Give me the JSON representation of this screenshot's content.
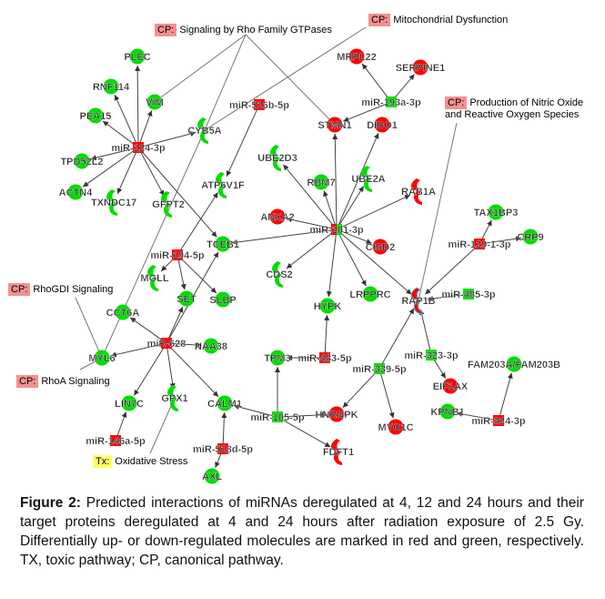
{
  "colors": {
    "up": "#ff0000",
    "down": "#00dd00",
    "edge": "#555555",
    "cp_tag": "#f4908e",
    "tx_tag": "#ffff66"
  },
  "pathways": [
    {
      "id": "rho_family",
      "tag": "CP:",
      "text": "Signaling by Rho Family GTPases"
    },
    {
      "id": "mito",
      "tag": "CP:",
      "text": "Mitochondrial Dysfunction"
    },
    {
      "id": "nitric",
      "tag": "CP:",
      "text": "Production of Nitric Oxide",
      "text2": "and Reactive Oxygen Species"
    },
    {
      "id": "rhogdi",
      "tag": "CP:",
      "text": "RhoGDI Signaling"
    },
    {
      "id": "rhoa",
      "tag": "CP:",
      "text": "RhoA Signaling"
    },
    {
      "id": "oxstress",
      "tag": "Tx:",
      "text": "Oxidative Stress"
    }
  ],
  "nodes": [
    {
      "id": "miR-124-3p",
      "type": "mirna",
      "reg": "up"
    },
    {
      "id": "PLEC",
      "type": "protein",
      "reg": "down"
    },
    {
      "id": "RNF114",
      "type": "protein",
      "reg": "down"
    },
    {
      "id": "PEA15",
      "type": "protein",
      "reg": "down"
    },
    {
      "id": "VIM",
      "type": "protein",
      "reg": "down"
    },
    {
      "id": "CYB5A",
      "type": "enzyme",
      "reg": "down"
    },
    {
      "id": "miR-516b-5p",
      "type": "mirna",
      "reg": "up"
    },
    {
      "id": "TPD52L2",
      "type": "protein",
      "reg": "down"
    },
    {
      "id": "ACTN4",
      "type": "protein",
      "reg": "down"
    },
    {
      "id": "TXNDC17",
      "type": "enzyme",
      "reg": "down"
    },
    {
      "id": "GFPT2",
      "type": "enzyme",
      "reg": "down"
    },
    {
      "id": "ATP6V1F",
      "type": "enzyme",
      "reg": "down"
    },
    {
      "id": "UBE2D3",
      "type": "enzyme",
      "reg": "down"
    },
    {
      "id": "ANXA2",
      "type": "protein",
      "reg": "up"
    },
    {
      "id": "TCEB1",
      "type": "protein",
      "reg": "down"
    },
    {
      "id": "miR-194-5p",
      "type": "mirna",
      "reg": "up"
    },
    {
      "id": "MGLL",
      "type": "enzyme",
      "reg": "down"
    },
    {
      "id": "SET",
      "type": "protein",
      "reg": "down"
    },
    {
      "id": "SLBP",
      "type": "protein",
      "reg": "down"
    },
    {
      "id": "CCT6A",
      "type": "protein",
      "reg": "down"
    },
    {
      "id": "miR-628",
      "type": "mirna",
      "reg": "up"
    },
    {
      "id": "NAA38",
      "type": "protein",
      "reg": "down"
    },
    {
      "id": "MYL6",
      "type": "protein",
      "reg": "down"
    },
    {
      "id": "LIN7C",
      "type": "protein",
      "reg": "down"
    },
    {
      "id": "GPX1",
      "type": "enzyme",
      "reg": "down"
    },
    {
      "id": "CALM1",
      "type": "protein",
      "reg": "down"
    },
    {
      "id": "miR-146a-5p",
      "type": "mirna",
      "reg": "up"
    },
    {
      "id": "miR-518d-5p",
      "type": "mirna",
      "reg": "up"
    },
    {
      "id": "AXL",
      "type": "protein",
      "reg": "down"
    },
    {
      "id": "miR-105-5p",
      "type": "mirna",
      "reg": "down"
    },
    {
      "id": "TPM3",
      "type": "protein",
      "reg": "down"
    },
    {
      "id": "miR-483-5p",
      "type": "mirna",
      "reg": "up"
    },
    {
      "id": "HYPK",
      "type": "protein",
      "reg": "down"
    },
    {
      "id": "LRPPRC",
      "type": "protein",
      "reg": "down"
    },
    {
      "id": "CDS2",
      "type": "enzyme",
      "reg": "down"
    },
    {
      "id": "miR-101-3p",
      "type": "mirna",
      "reg": "mixed"
    },
    {
      "id": "RBM7",
      "type": "protein",
      "reg": "down"
    },
    {
      "id": "UBE2A",
      "type": "enzyme",
      "reg": "down"
    },
    {
      "id": "RAB1A",
      "type": "enzyme",
      "reg": "up"
    },
    {
      "id": "CISD2",
      "type": "protein",
      "reg": "up"
    },
    {
      "id": "STMN1",
      "type": "protein",
      "reg": "up"
    },
    {
      "id": "DIDO1",
      "type": "protein",
      "reg": "up"
    },
    {
      "id": "MRPL22",
      "type": "protein",
      "reg": "up"
    },
    {
      "id": "SERPINE1",
      "type": "protein",
      "reg": "up"
    },
    {
      "id": "miR-193a-3p",
      "type": "mirna",
      "reg": "down"
    },
    {
      "id": "TAX1BP3",
      "type": "protein",
      "reg": "down"
    },
    {
      "id": "CRP9",
      "type": "protein",
      "reg": "down"
    },
    {
      "id": "miR-129-1-3p",
      "type": "mirna",
      "reg": "up"
    },
    {
      "id": "RAP1B",
      "type": "enzyme",
      "reg": "up"
    },
    {
      "id": "miR-485-3p",
      "type": "mirna",
      "reg": "down"
    },
    {
      "id": "miR-323-3p",
      "type": "mirna",
      "reg": "down"
    },
    {
      "id": "miR-339-5p",
      "type": "mirna",
      "reg": "down"
    },
    {
      "id": "EIF1AX",
      "type": "protein",
      "reg": "up"
    },
    {
      "id": "FAM203A/FAM203B",
      "type": "protein",
      "reg": "down"
    },
    {
      "id": "KPNB1",
      "type": "protein",
      "reg": "down"
    },
    {
      "id": "miR-324-3p",
      "type": "mirna",
      "reg": "up"
    },
    {
      "id": "HNRNPK",
      "type": "protein",
      "reg": "up"
    },
    {
      "id": "MYO1C",
      "type": "protein",
      "reg": "up"
    },
    {
      "id": "FDFT1",
      "type": "enzyme",
      "reg": "up"
    }
  ],
  "edges": [
    [
      "miR-124-3p",
      "PLEC"
    ],
    [
      "miR-124-3p",
      "RNF114"
    ],
    [
      "miR-124-3p",
      "PEA15"
    ],
    [
      "miR-124-3p",
      "VIM"
    ],
    [
      "miR-124-3p",
      "CYB5A"
    ],
    [
      "miR-124-3p",
      "TPD52L2"
    ],
    [
      "miR-124-3p",
      "ACTN4"
    ],
    [
      "miR-124-3p",
      "TXNDC17"
    ],
    [
      "miR-124-3p",
      "GFPT2"
    ],
    [
      "miR-124-3p",
      "TCEB1"
    ],
    [
      "miR-516b-5p",
      "ATP6V1F"
    ],
    [
      "miR-101-3p",
      "STMN1"
    ],
    [
      "miR-101-3p",
      "DIDO1"
    ],
    [
      "miR-101-3p",
      "RBM7"
    ],
    [
      "miR-101-3p",
      "UBE2A"
    ],
    [
      "miR-101-3p",
      "UBE2D3"
    ],
    [
      "miR-101-3p",
      "RAB1A"
    ],
    [
      "miR-101-3p",
      "ANXA2"
    ],
    [
      "miR-101-3p",
      "TCEB1"
    ],
    [
      "miR-101-3p",
      "CISD2"
    ],
    [
      "miR-101-3p",
      "CDS2"
    ],
    [
      "miR-101-3p",
      "HYPK"
    ],
    [
      "miR-101-3p",
      "LRPPRC"
    ],
    [
      "miR-101-3p",
      "RAP1B"
    ],
    [
      "miR-193a-3p",
      "MRPL22"
    ],
    [
      "miR-193a-3p",
      "SERPINE1"
    ],
    [
      "miR-193a-3p",
      "STMN1"
    ],
    [
      "miR-194-5p",
      "MGLL"
    ],
    [
      "miR-194-5p",
      "SET"
    ],
    [
      "miR-194-5p",
      "SLBP"
    ],
    [
      "miR-194-5p",
      "ATP6V1F"
    ],
    [
      "miR-628",
      "CCT6A"
    ],
    [
      "miR-628",
      "SET"
    ],
    [
      "miR-628",
      "TCEB1"
    ],
    [
      "miR-628",
      "NAA38"
    ],
    [
      "miR-628",
      "MYL6"
    ],
    [
      "miR-628",
      "LIN7C"
    ],
    [
      "miR-628",
      "GPX1"
    ],
    [
      "miR-628",
      "CALM1"
    ],
    [
      "miR-146a-5p",
      "LIN7C"
    ],
    [
      "miR-518d-5p",
      "CALM1"
    ],
    [
      "miR-518d-5p",
      "AXL"
    ],
    [
      "miR-105-5p",
      "CALM1"
    ],
    [
      "miR-105-5p",
      "TPM3"
    ],
    [
      "miR-105-5p",
      "FDFT1"
    ],
    [
      "miR-105-5p",
      "HNRNPK"
    ],
    [
      "miR-483-5p",
      "HYPK"
    ],
    [
      "miR-483-5p",
      "TPM3"
    ],
    [
      "miR-339-5p",
      "RAP1B"
    ],
    [
      "miR-339-5p",
      "HNRNPK"
    ],
    [
      "miR-339-5p",
      "MYO1C"
    ],
    [
      "miR-323-3p",
      "RAP1B"
    ],
    [
      "miR-323-3p",
      "EIF1AX"
    ],
    [
      "miR-485-3p",
      "RAP1B"
    ],
    [
      "miR-129-1-3p",
      "RAP1B"
    ],
    [
      "miR-129-1-3p",
      "TAX1BP3"
    ],
    [
      "miR-129-1-3p",
      "CRP9"
    ],
    [
      "miR-324-3p",
      "KPNB1"
    ],
    [
      "miR-324-3p",
      "FAM203A/FAM203B"
    ]
  ],
  "pathway_links": [
    [
      "rho_family",
      "VIM"
    ],
    [
      "rho_family",
      "CYB5A"
    ],
    [
      "rho_family",
      "STMN1"
    ],
    [
      "mito",
      "CYB5A"
    ],
    [
      "nitric",
      "RAP1B"
    ],
    [
      "rhogdi",
      "MYL6"
    ],
    [
      "rhoa",
      "MYL6"
    ],
    [
      "oxstress",
      "GPX1"
    ],
    [
      "CYB5A",
      "MYL6"
    ]
  ],
  "caption": {
    "label": "Figure 2:",
    "text": "Predicted interactions of miRNAs deregulated at 4, 12 and 24 hours and their target proteins deregulated at 4 and 24 hours after radiation exposure of 2.5 Gy. Differentially up- or down-regulated molecules are marked in red and green, respectively. TX, toxic pathway; CP, canonical pathway."
  }
}
